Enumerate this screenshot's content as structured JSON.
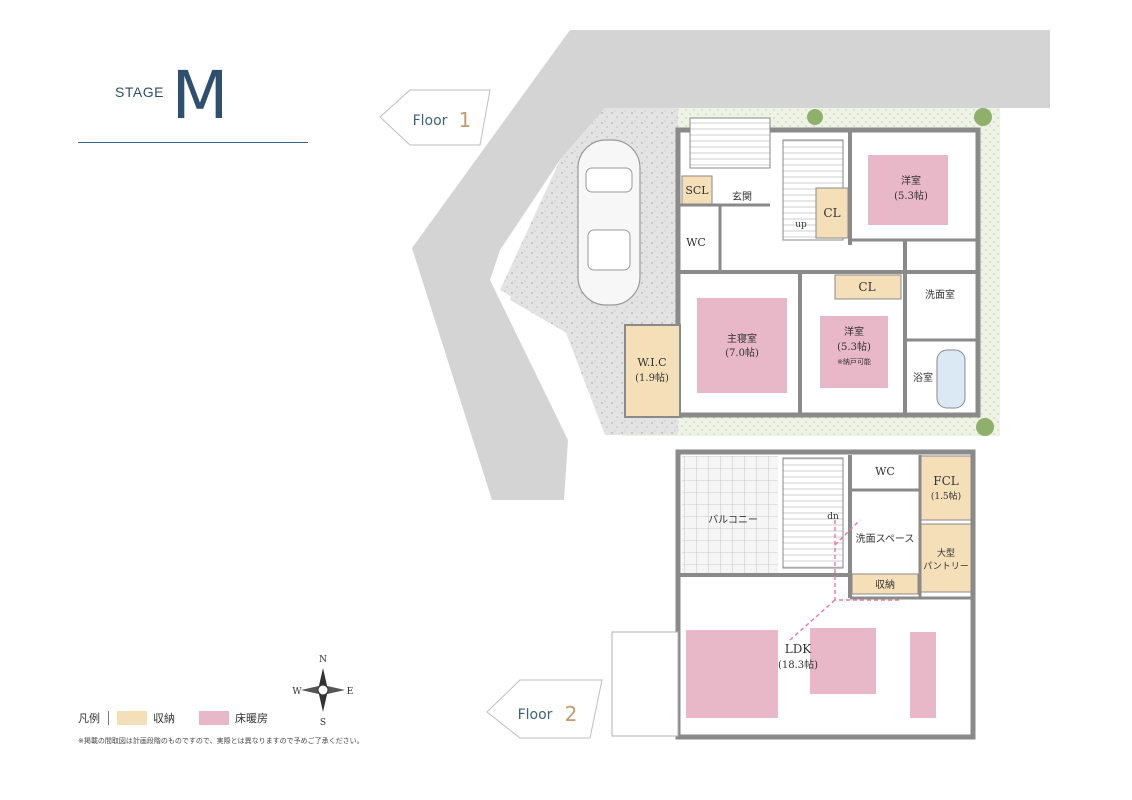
{
  "brand": {
    "stage_text": "STAGE",
    "stage_letter": "M"
  },
  "floors": [
    {
      "prefix": "Floor",
      "number": "1"
    },
    {
      "prefix": "Floor",
      "number": "2"
    }
  ],
  "rooms_floor1": {
    "scl": "SCL",
    "entrance": "玄関",
    "wc": "WC",
    "up": "up",
    "cl_hall": "CL",
    "western_room_a": "洋室",
    "western_room_a_size": "(5.3帖)",
    "master_bedroom": "主寝室",
    "master_bedroom_size": "(7.0帖)",
    "western_room_b": "洋室",
    "western_room_b_size": "(5.3帖)",
    "western_room_b_note": "※納戸可能",
    "cl_room_b": "CL",
    "washroom": "洗面室",
    "bathroom": "浴室",
    "wic": "W.I.C",
    "wic_size": "(1.9帖)"
  },
  "rooms_floor2": {
    "balcony": "バルコニー",
    "dn": "dn",
    "wc": "WC",
    "fcl": "FCL",
    "fcl_size": "(1.5帖)",
    "wash_space": "洗面スペース",
    "pantry": "大型",
    "pantry_2": "パントリー",
    "storage": "収納",
    "ldk": "LDK",
    "ldk_size": "(18.3帖)"
  },
  "compass": {
    "n": "N",
    "s": "S",
    "e": "E",
    "w": "W"
  },
  "legend": {
    "title": "凡例",
    "storage_label": "収納",
    "heating_label": "床暖房",
    "storage_color": "#f5dfb8",
    "heating_color": "#e8b7c8"
  },
  "note": "※掲載の間取図は計画段階のものですので、実際とは異なりますので予めご了承ください。",
  "colors": {
    "road": "#d4d4d4",
    "wall": "#8a8a8a",
    "storage": "#f5dfb8",
    "heating": "#e8b7c8",
    "green_ground": "#eef3e6",
    "gravel": "#d9d9d9",
    "accent_blue": "#2f4f6e",
    "floor_number": "#c39c6b",
    "airflow_orange": "#f39a2b",
    "airflow_blue": "#3c8fd1",
    "route": "#e67aa0"
  }
}
